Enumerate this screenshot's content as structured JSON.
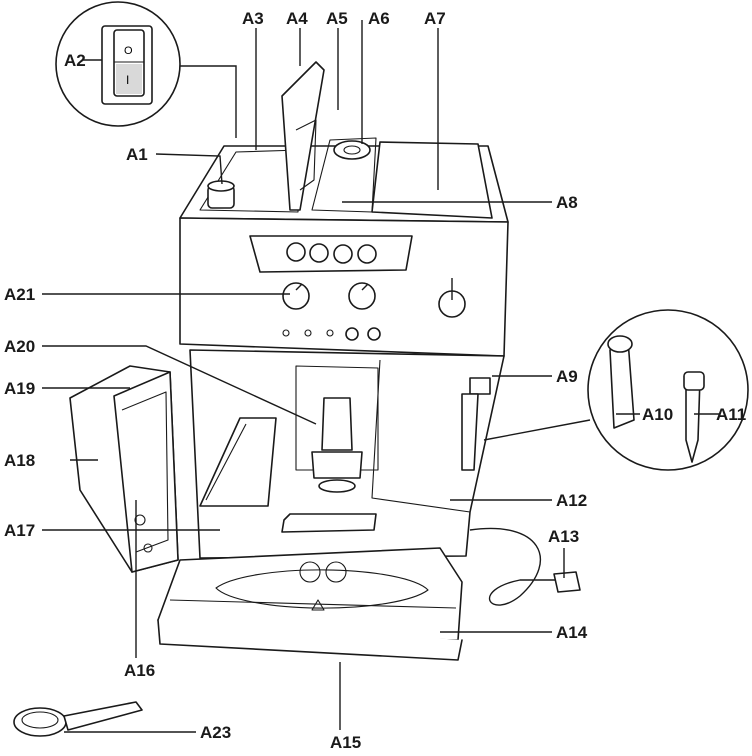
{
  "labels": {
    "A1": "A1",
    "A2": "A2",
    "A3": "A3",
    "A4": "A4",
    "A5": "A5",
    "A6": "A6",
    "A7": "A7",
    "A8": "A8",
    "A9": "A9",
    "A10": "A10",
    "A11": "A11",
    "A12": "A12",
    "A13": "A13",
    "A14": "A14",
    "A15": "A15",
    "A16": "A16",
    "A17": "A17",
    "A18": "A18",
    "A19": "A19",
    "A20": "A20",
    "A21": "A21",
    "A23": "A23"
  },
  "switch_glyphs": {
    "off": "O",
    "on": "I"
  }
}
